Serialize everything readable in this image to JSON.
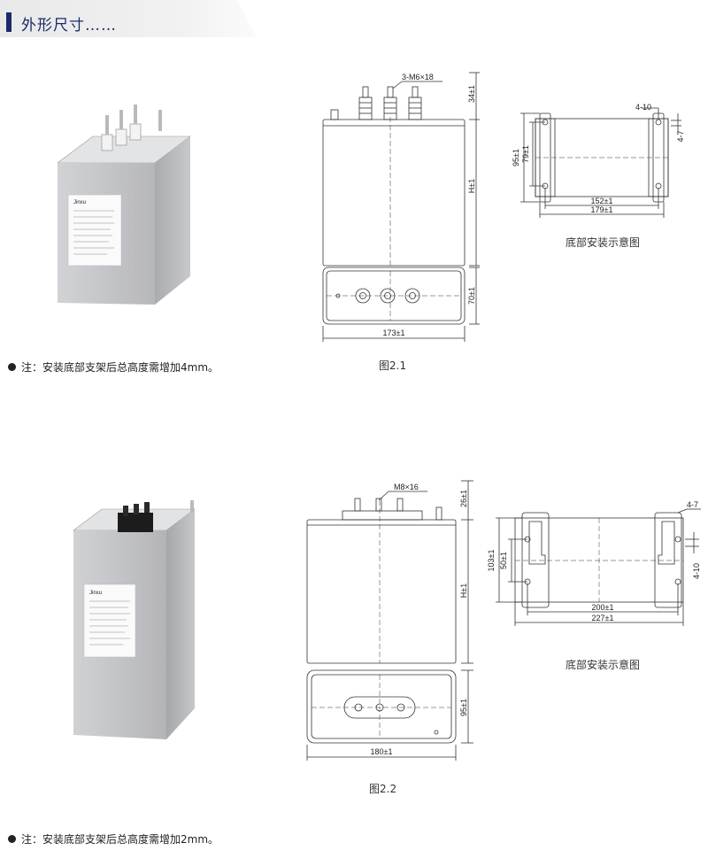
{
  "header": {
    "title": "外形尺寸……"
  },
  "section1": {
    "figure_label": "图2.1",
    "base_label": "底部安装示意图",
    "note": "注：安装底部支架后总高度需增加4mm。",
    "dims": {
      "terminal": "3-M6×18",
      "terminal_height": "34±1",
      "height": "H±1",
      "width": "173±1",
      "depth": "70±1",
      "slot": "4-10",
      "slot_depth": "4-7",
      "base_outer_h": "95±1",
      "base_inner_h": "79±1",
      "base_inner_w": "152±1",
      "base_outer_w": "179±1"
    }
  },
  "section2": {
    "figure_label": "图2.2",
    "base_label": "底部安装示意图",
    "note": "注：安装底部支架后总高度需增加2mm。",
    "dims": {
      "terminal": "M8×16",
      "terminal_height": "26±1",
      "height": "H±1",
      "width": "180±1",
      "depth": "95±1",
      "slot": "4-10",
      "slot_depth": "4-7",
      "base_outer_h": "103±1",
      "base_inner_h": "50±1",
      "base_inner_w": "200±1",
      "base_outer_w": "227±1"
    }
  },
  "product_label": {
    "brand": "Jinxu"
  }
}
